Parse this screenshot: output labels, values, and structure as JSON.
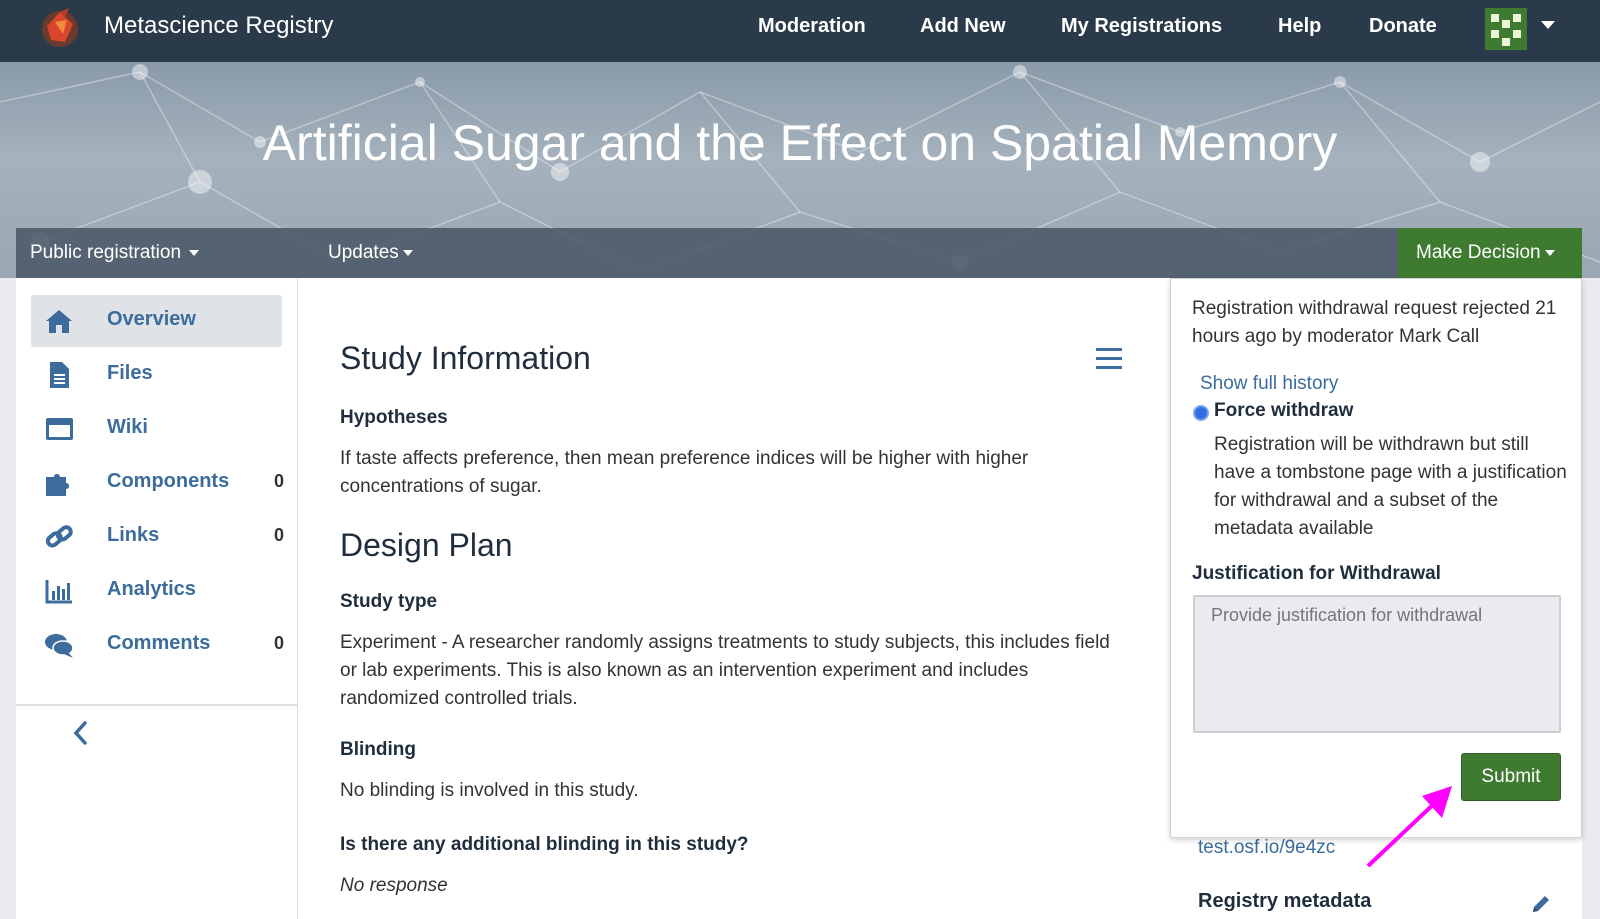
{
  "app": {
    "brand": "Metascience Registry",
    "nav": [
      "Moderation",
      "Add New",
      "My Registrations",
      "Help",
      "Donate"
    ]
  },
  "banner": {
    "title": "Artificial Sugar and the Effect on Spatial Memory"
  },
  "projbar": {
    "visibility": "Public registration",
    "updates": "Updates",
    "decision": "Make Decision"
  },
  "sidebar": {
    "items": [
      {
        "label": "Overview",
        "count": "",
        "icon": "home-icon"
      },
      {
        "label": "Files",
        "count": "",
        "icon": "file-icon"
      },
      {
        "label": "Wiki",
        "count": "",
        "icon": "wiki-icon"
      },
      {
        "label": "Components",
        "count": "0",
        "icon": "puzzle-icon"
      },
      {
        "label": "Links",
        "count": "0",
        "icon": "link-icon"
      },
      {
        "label": "Analytics",
        "count": "",
        "icon": "bar-chart-icon"
      },
      {
        "label": "Comments",
        "count": "0",
        "icon": "comments-icon"
      }
    ]
  },
  "main": {
    "section1_title": "Study Information",
    "hypotheses_label": "Hypotheses",
    "hypotheses_text": "If taste affects preference, then mean preference indices will be higher with higher concentrations of sugar.",
    "section2_title": "Design Plan",
    "study_type_label": "Study type",
    "study_type_text": "Experiment - A researcher randomly assigns treatments to study subjects, this includes field or lab experiments. This is also known as an intervention experiment and includes randomized controlled trials.",
    "blinding_label": "Blinding",
    "blinding_text": "No blinding is involved in this study.",
    "additional_blinding_label": "Is there any additional blinding in this study?",
    "additional_blinding_text": "No response"
  },
  "popover": {
    "status": "Registration withdrawal request rejected 21 hours ago by moderator Mark Call",
    "history_link": "Show full history",
    "option_label": "Force withdraw",
    "option_desc": "Registration will be withdrawn but still have a tombstone page with a justification for withdrawal and a subset of the metadata available",
    "justification_label": "Justification for Withdrawal",
    "justification_placeholder": "Provide justification for withdrawal",
    "submit_label": "Submit"
  },
  "right": {
    "doi": "test.osf.io/9e4zc",
    "metadata_title": "Registry metadata"
  },
  "colors": {
    "nav_bg": "#2b3a4a",
    "accent_green": "#3e7b30",
    "link_blue": "#3b6c9c",
    "annotation_arrow": "#ff00ff"
  }
}
